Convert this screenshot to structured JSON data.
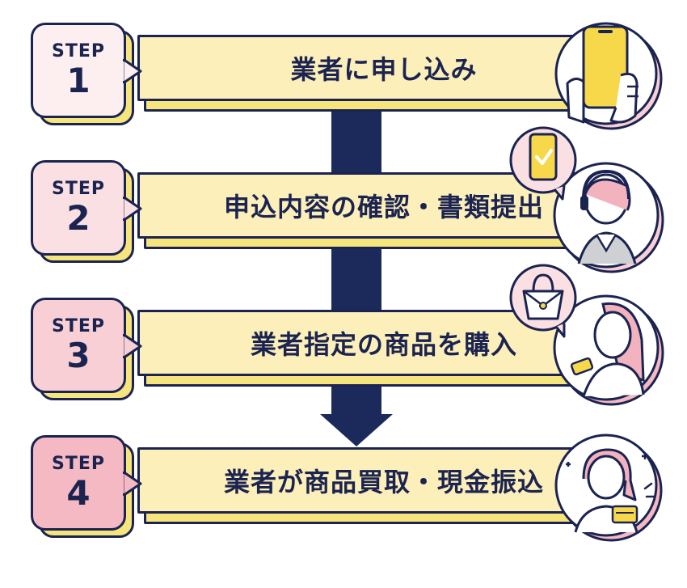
{
  "colors": {
    "navy": "#1b2450",
    "bar_fill": "#fcefb9",
    "bar_shadow": "#f6e47c",
    "badge_fills": [
      "#fdeff0",
      "#fbe0e3",
      "#f8cfd5",
      "#f5b9c3"
    ],
    "accent_yellow": "#f7d84a",
    "accent_pink": "#f2b3bf"
  },
  "steps": [
    {
      "step_label": "STEP",
      "number": "1",
      "text": "業者に申し込み",
      "illustration": "hand-holding-smartphone-icon"
    },
    {
      "step_label": "STEP",
      "number": "2",
      "text": "申込内容の確認・書類提出",
      "illustration": "operator-with-headset-icon"
    },
    {
      "step_label": "STEP",
      "number": "3",
      "text": "業者指定の商品を購入",
      "illustration": "woman-shopping-bag-icon"
    },
    {
      "step_label": "STEP",
      "number": "4",
      "text": "業者が商品買取・現金振込",
      "illustration": "woman-with-cash-icon"
    }
  ]
}
